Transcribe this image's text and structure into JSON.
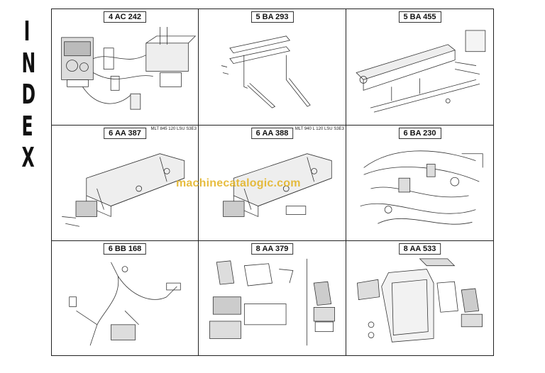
{
  "index_letters": [
    "I",
    "N",
    "D",
    "E",
    "X"
  ],
  "cells": [
    {
      "code": "4 AC 242",
      "subtitle": ""
    },
    {
      "code": "5 BA 293",
      "subtitle": ""
    },
    {
      "code": "5 BA 455",
      "subtitle": ""
    },
    {
      "code": "6 AA 387",
      "subtitle": "MLT 845 120 LSU S3E3"
    },
    {
      "code": "6 AA 388",
      "subtitle": "MLT 940 L 120 LSU S3E3"
    },
    {
      "code": "6 BA 230",
      "subtitle": ""
    },
    {
      "code": "6 BB 168",
      "subtitle": ""
    },
    {
      "code": "8 AA 379",
      "subtitle": ""
    },
    {
      "code": "8 AA 533",
      "subtitle": ""
    }
  ],
  "watermark": "machinecatalogic.com"
}
